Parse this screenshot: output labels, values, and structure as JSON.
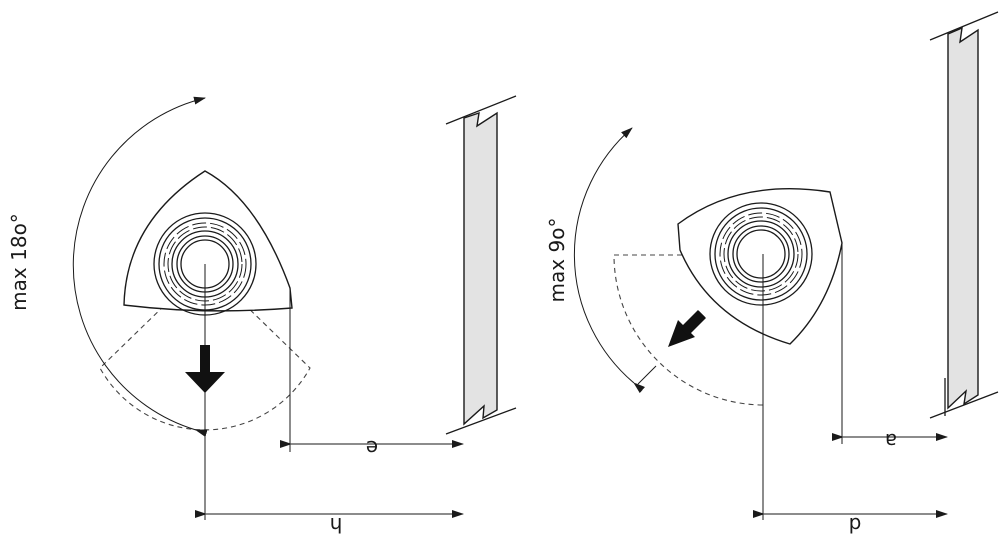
{
  "left": {
    "angle_label": "max 18o°",
    "dim_small": "e",
    "dim_large": "h"
  },
  "right": {
    "angle_label": "max 9o°",
    "dim_small": "a",
    "dim_large": "d"
  },
  "colors": {
    "line": "#1a1a1a",
    "wall_fill": "#e3e3e3"
  }
}
